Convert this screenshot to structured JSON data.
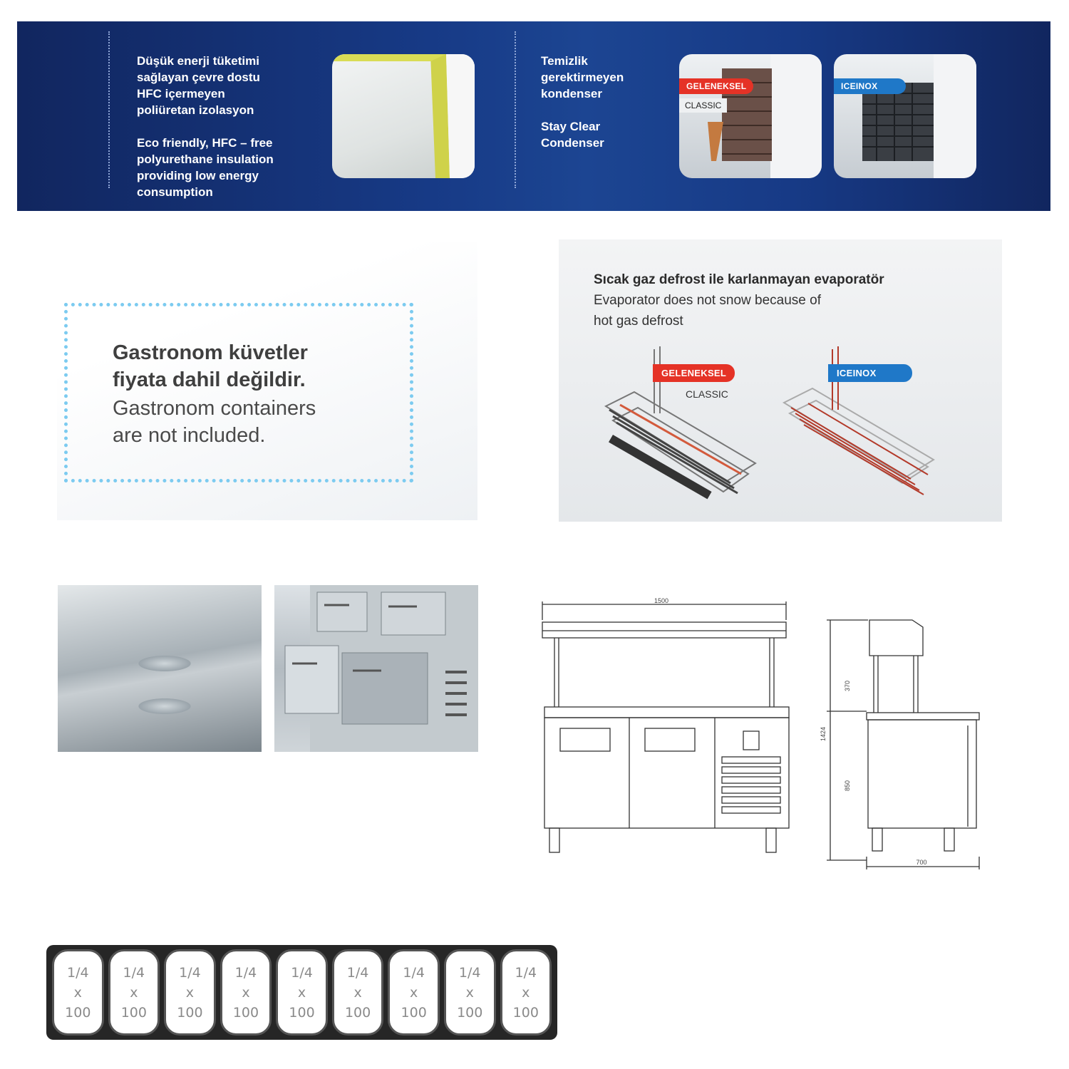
{
  "banner": {
    "insulation_tr": [
      "Düşük enerji tüketimi",
      "sağlayan çevre dostu",
      "HFC içermeyen",
      "poliüretan izolasyon"
    ],
    "insulation_en": [
      "Eco friendly, HFC – free",
      "polyurethane insulation",
      "providing low energy",
      "consumption"
    ],
    "condenser_tr": [
      "Temizlik",
      "gerektirmeyen",
      "kondenser"
    ],
    "condenser_en": [
      "Stay Clear",
      "Condenser"
    ],
    "tag_classic_tr": "GELENEKSEL",
    "tag_classic_en": "CLASSIC",
    "tag_brand": "ICEINOX"
  },
  "note": {
    "line1": "Gastronom küvetler",
    "line2": "fiyata dahil değildir.",
    "line3": "Gastronom containers",
    "line4": "are not included."
  },
  "evaporator": {
    "title": "Sıcak gaz defrost ile karlanmayan evaporatör",
    "sub1": "Evaporator does not snow  because of",
    "sub2": "hot gas defrost",
    "tag_classic_tr": "GELENEKSEL",
    "tag_classic_en": "CLASSIC",
    "tag_brand": "ICEINOX"
  },
  "drawing": {
    "width": "1500",
    "height_total": "1424",
    "height_top": "370",
    "height_body": "850",
    "depth": "700"
  },
  "gastronorm": {
    "count": 9,
    "size": "1/4",
    "times": "x",
    "depth": "100"
  },
  "colors": {
    "banner_blue": "#173a86",
    "tag_red": "#e53226",
    "tag_blue": "#1f78c8",
    "dots": "#7ccbf0"
  }
}
